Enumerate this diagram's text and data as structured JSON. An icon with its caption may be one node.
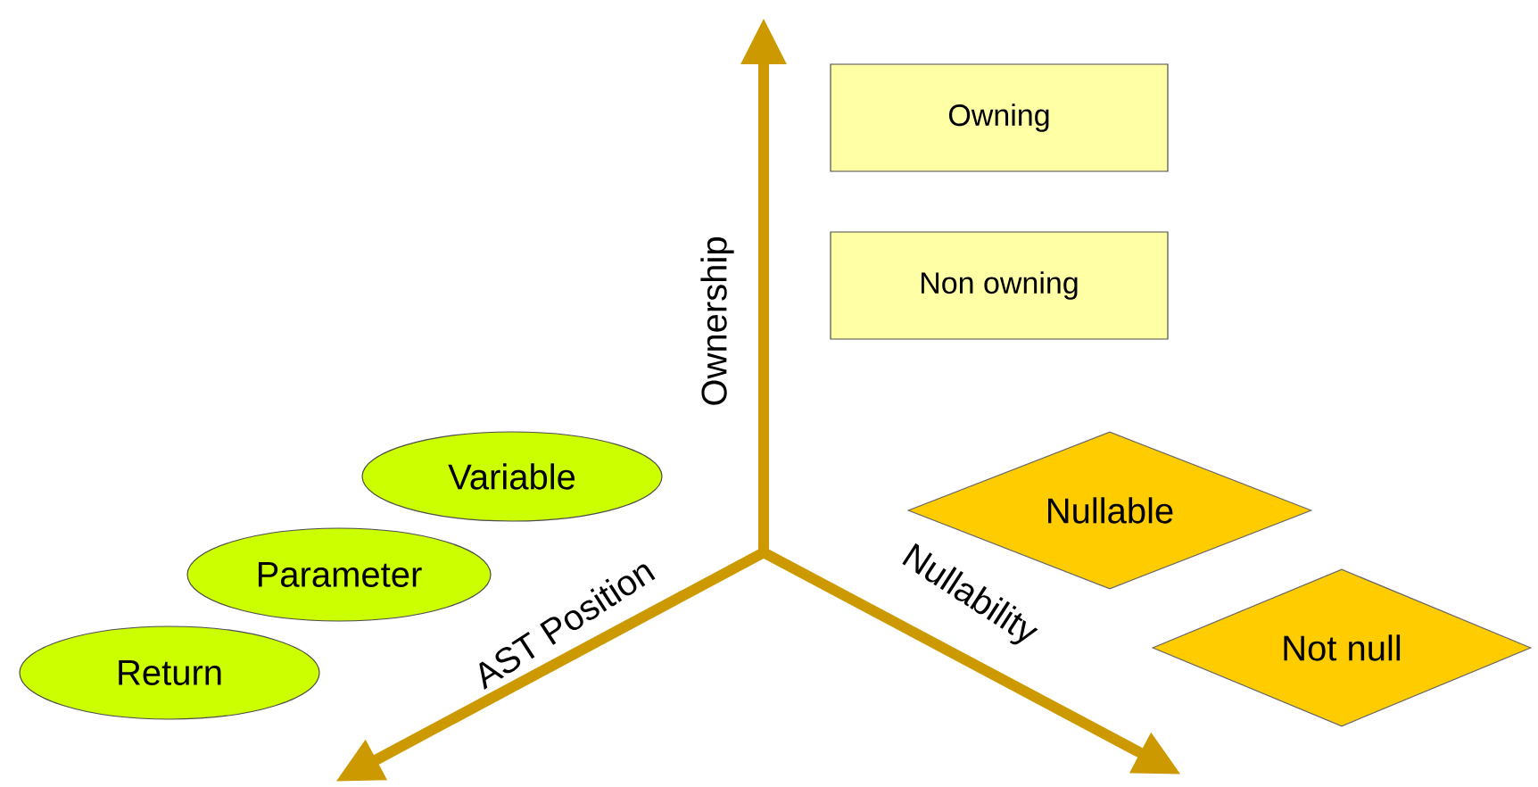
{
  "diagram": {
    "nodes": [
      {
        "text": [
          "Owning"
        ]
      },
      {
        "text": [
          "Non owning"
        ]
      },
      {
        "text": [
          "Variable"
        ]
      },
      {
        "text": [
          "Nullable"
        ]
      },
      {
        "text": [
          "Parameter"
        ]
      },
      {
        "text": [
          "Return"
        ]
      },
      {
        "text": [
          "Not null"
        ]
      }
    ],
    "labels": [
      "Ownership",
      "AST Position",
      "Nullability"
    ]
  }
}
